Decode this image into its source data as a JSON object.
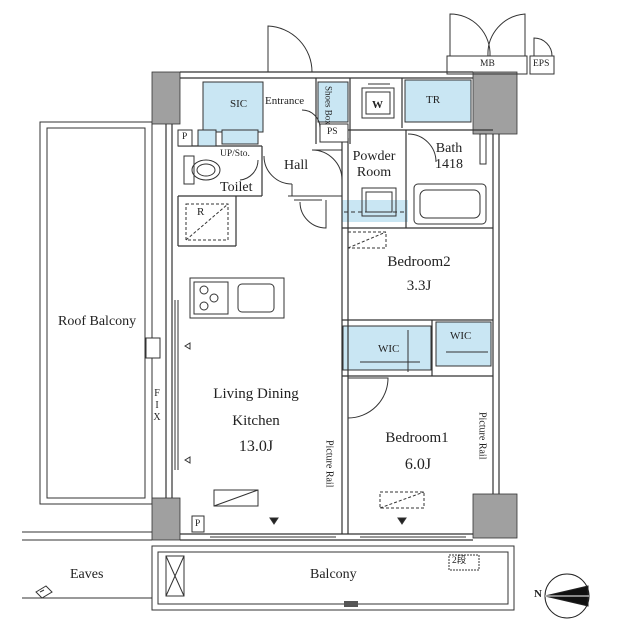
{
  "rooms": {
    "sic": "SIC",
    "entrance": "Entrance",
    "shoes_box": "Shoes Box",
    "w": "W",
    "tr": "TR",
    "mb": "MB",
    "eps": "EPS",
    "p_top": "P",
    "ps": "PS",
    "up_sto": "UP/Sto.",
    "hall": "Hall",
    "powder_room_line1": "Powder",
    "powder_room_line2": "Room",
    "bath": "Bath",
    "bath_size": "1418",
    "toilet": "Toilet",
    "refrigerator": "R",
    "bedroom2": "Bedroom2",
    "bedroom2_size": "3.3J",
    "wic_left": "WIC",
    "wic_right": "WIC",
    "roof_balcony": "Roof Balcony",
    "fix": "FIX",
    "ldk_line1": "Living Dining",
    "ldk_line2": "Kitchen",
    "ldk_size": "13.0J",
    "picture_rail_ldk": "Picture Rail",
    "bedroom1": "Bedroom1",
    "bedroom1_size": "6.0J",
    "picture_rail_bed1": "Picture Rail",
    "p_bottom": "P",
    "eaves": "Eaves",
    "balcony": "Balcony",
    "step_box": "2段",
    "north": "N"
  },
  "colors": {
    "storage_fill": "#c9e6f3",
    "wall": "#9a9a9a",
    "line": "#333333"
  }
}
